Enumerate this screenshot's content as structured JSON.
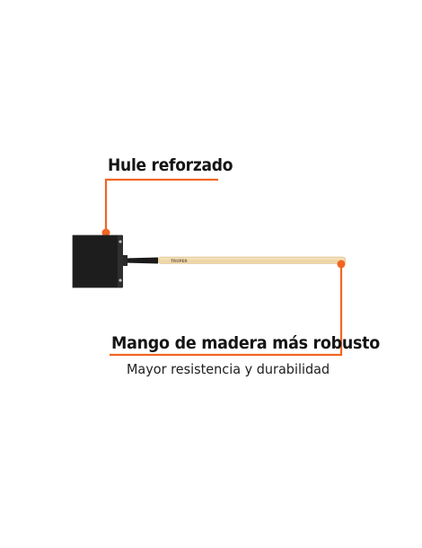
{
  "callouts": {
    "blade": {
      "title": "Hule reforzado"
    },
    "handle": {
      "title": "Mango de madera más robusto",
      "subtitle": "Mayor resistencia y durabilidad"
    }
  },
  "product": {
    "brand_mark": "TRUPER"
  },
  "colors": {
    "accent": "#f26522",
    "blade": "#1d1d1d",
    "handle": "#eed6a8",
    "text": "#151515"
  }
}
